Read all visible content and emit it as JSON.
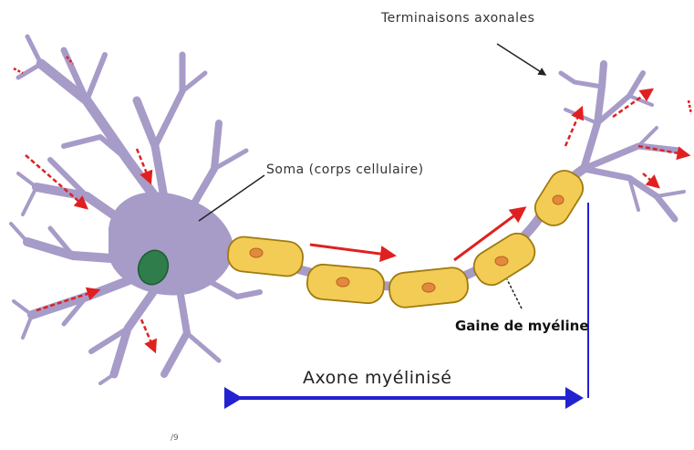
{
  "labels": {
    "terminal": "Terminaisons axonales",
    "soma": "Soma (corps cellulaire)",
    "myelin_sheath": "Gaine de myéline",
    "axon": "Axone myélinisé",
    "footer_mark": "/9"
  },
  "colors": {
    "neuron_body": "#a79bc8",
    "neuron_outline": "#55508a",
    "nucleus": "#2e7d4a",
    "myelin_fill": "#f2cc55",
    "myelin_outline": "#a07a10",
    "node_dot": "#e28a3c",
    "signal_arrow": "#e02020",
    "axon_measure": "#2222d0",
    "pointer_line": "#222222"
  }
}
